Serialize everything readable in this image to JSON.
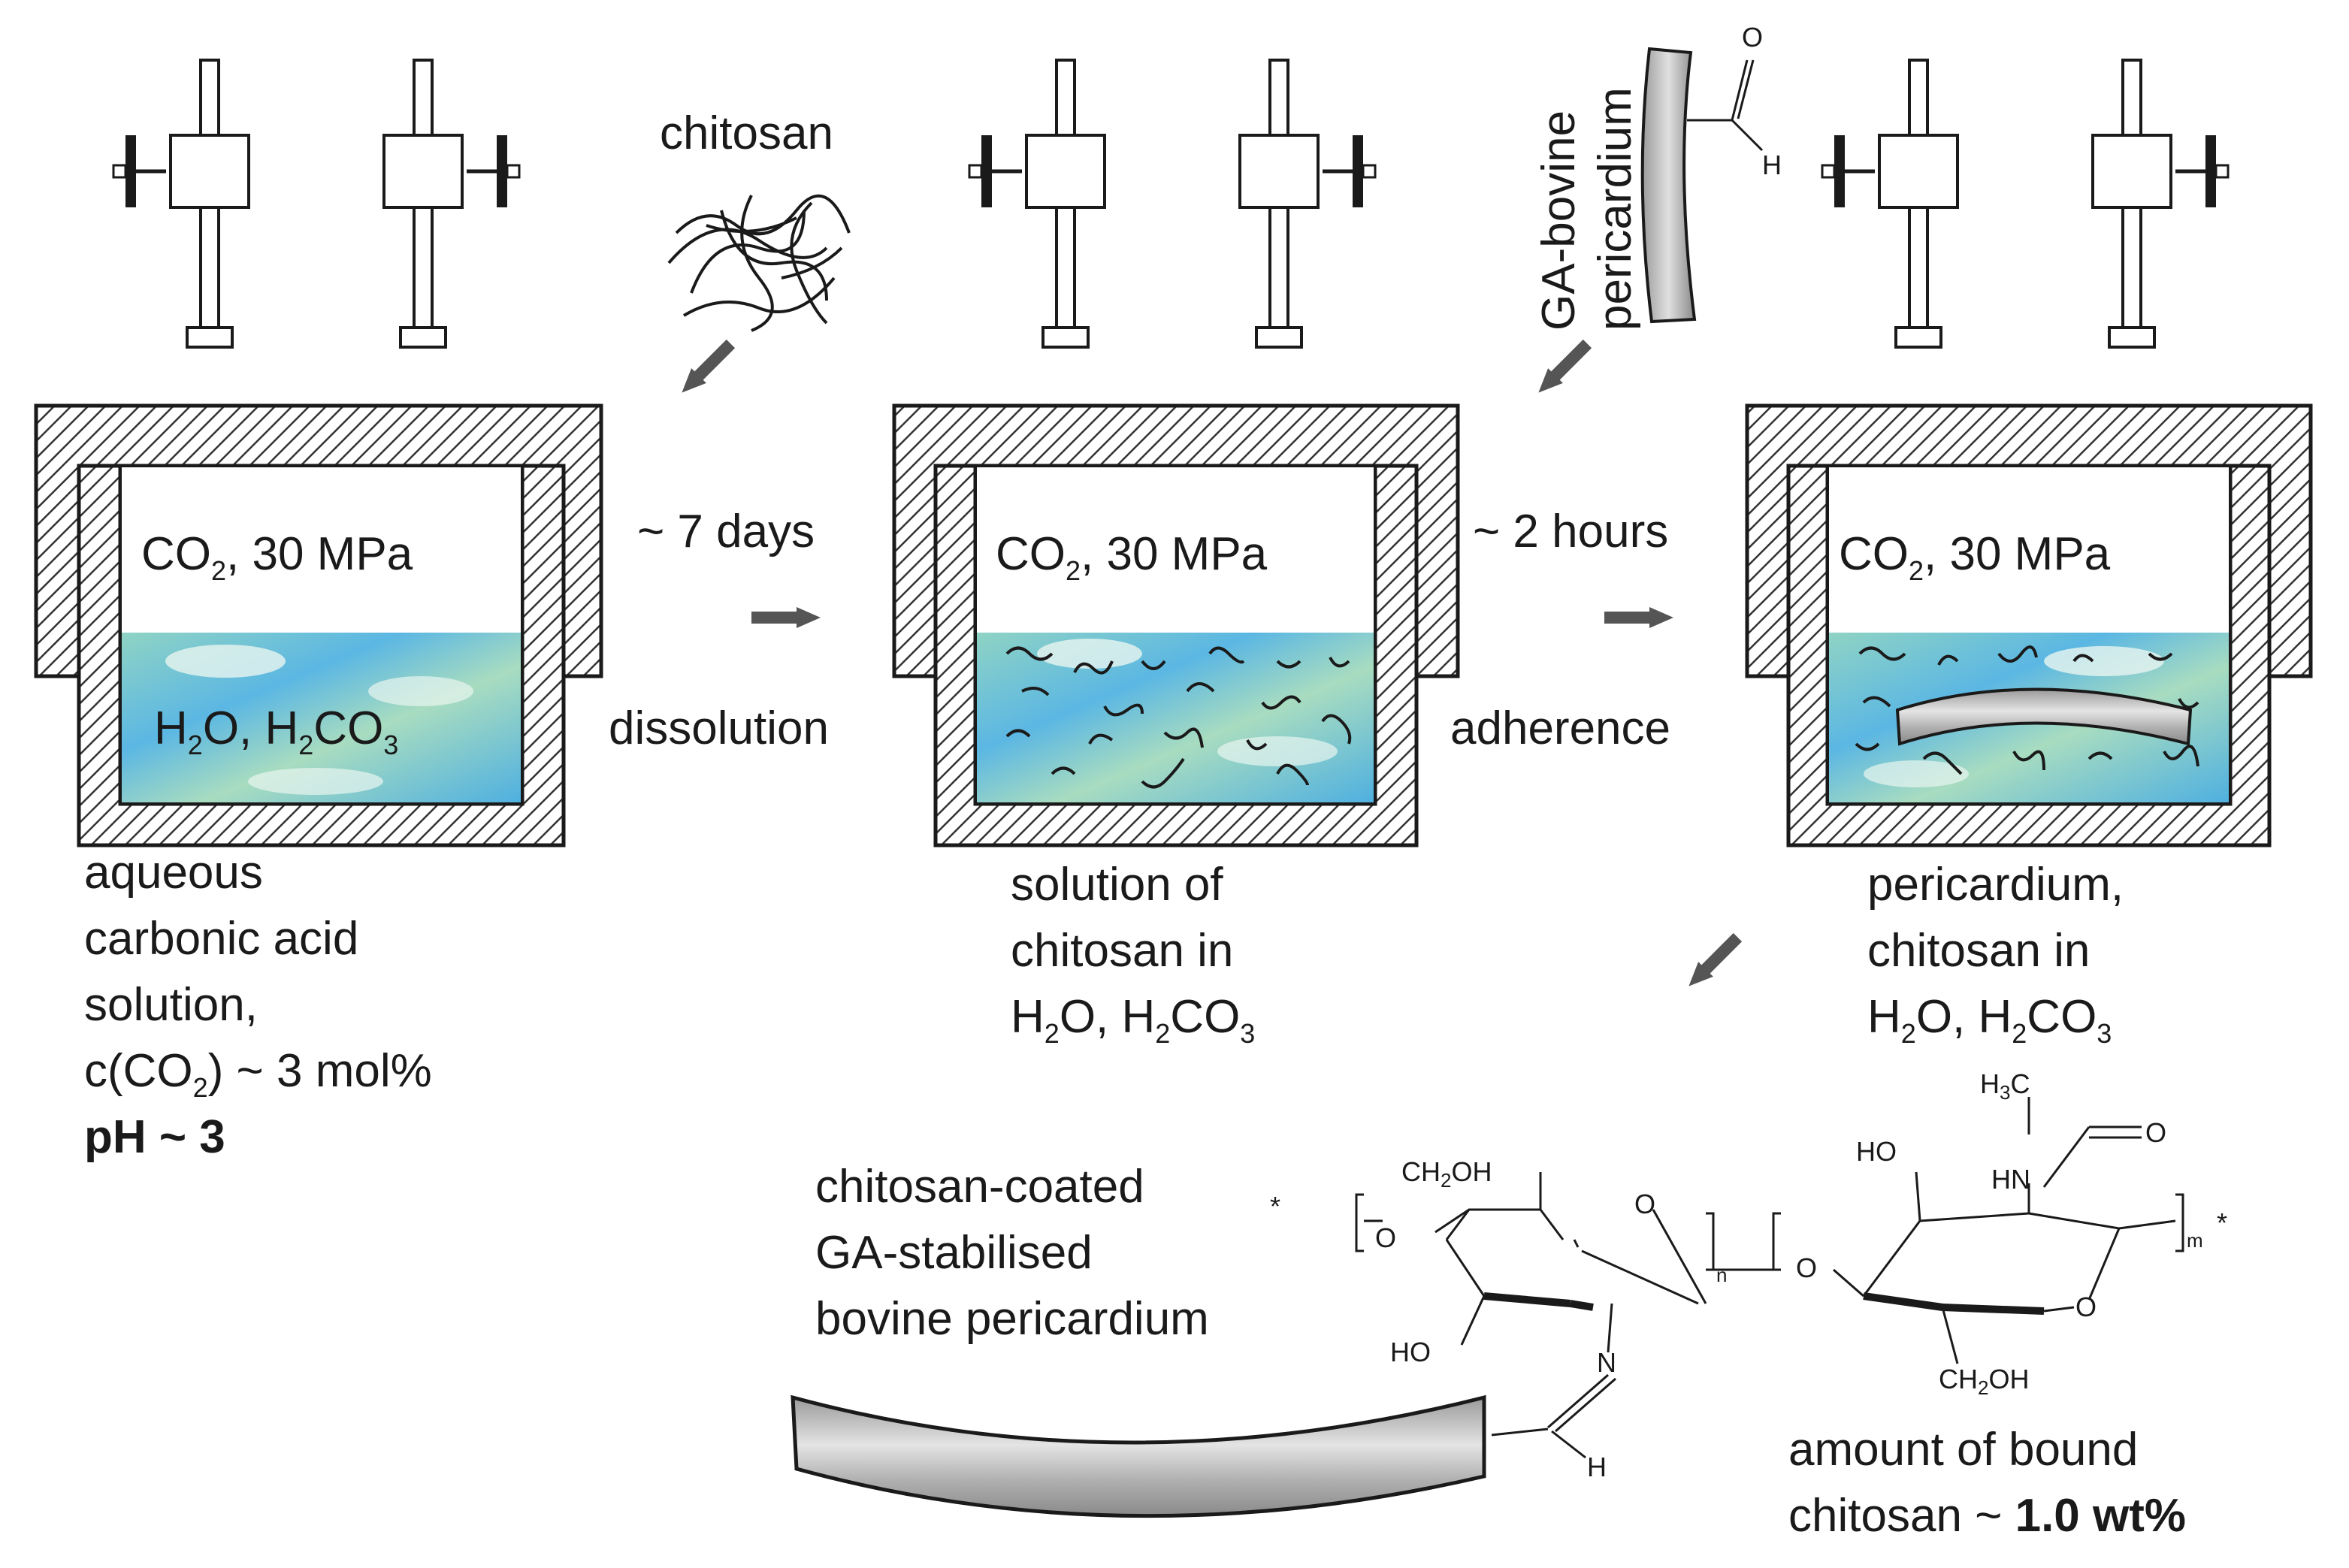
{
  "reagents": {
    "chitosan": "chitosan",
    "pericardium_line1": "GA-bovine",
    "pericardium_line2": "pericardium",
    "aldehyde_O": "O",
    "aldehyde_H": "H"
  },
  "vessels": [
    {
      "gas": {
        "main": "CO",
        "sub": "2",
        "rest": ", 30 MPa"
      },
      "liquid": {
        "a": "H",
        "a_sub": "2",
        "b": "O, H",
        "b_sub": "2",
        "c": "CO",
        "c_sub": "3"
      },
      "caption": {
        "line1": "aqueous",
        "line2": "carbonic acid",
        "line3": "solution,",
        "line4": {
          "a": "c(CO",
          "sub": "2",
          "b": ") ~ 3 mol%"
        },
        "line5": "pH ~ 3"
      }
    },
    {
      "gas": {
        "main": "CO",
        "sub": "2",
        "rest": ", 30 MPa"
      },
      "caption": {
        "line1": "solution of",
        "line2": "chitosan in",
        "line3": {
          "a": "H",
          "a_sub": "2",
          "b": "O, H",
          "b_sub": "2",
          "c": "CO",
          "c_sub": "3"
        }
      }
    },
    {
      "gas": {
        "main": "CO",
        "sub": "2",
        "rest": ", 30 MPa"
      },
      "caption": {
        "line1": "pericardium,",
        "line2": "chitosan in",
        "line3": {
          "a": "H",
          "a_sub": "2",
          "b": "O, H",
          "b_sub": "2",
          "c": "CO",
          "c_sub": "3"
        }
      }
    }
  ],
  "steps": [
    {
      "time": "~ 7 days",
      "process": "dissolution"
    },
    {
      "time": "~ 2 hours",
      "process": "adherence"
    }
  ],
  "product": {
    "line1": "chitosan-coated",
    "line2": "GA-stabilised",
    "line3": "bovine pericardium",
    "amount_line1": "amount of bound",
    "amount_line2_a": "chitosan ~ ",
    "amount_line2_b": "1.0 wt%"
  },
  "structure": {
    "ch2oh_top": "CH",
    "ch2oh_top_sub": "2",
    "ch2oh_top_tail": "OH",
    "o_left": "O",
    "ring_o1": "O",
    "ho_left": "HO",
    "n_imine": "N",
    "n_sub": "n",
    "o_link": "O",
    "ho_right": "HO",
    "h3c": "H",
    "h3c_sub": "3",
    "h3c_tail": "C",
    "nh": "HN",
    "carbonyl_o": "O",
    "ring_o2": "O",
    "ch2oh_bottom": "CH",
    "ch2oh_bottom_sub": "2",
    "ch2oh_bottom_tail": "OH",
    "m_sub": "m",
    "imine_h": "H",
    "star": "*"
  },
  "colors": {
    "water": "#5bb7e3",
    "water_cloud": "#a8dcc0",
    "hatch": "#333333",
    "arrow": "#555555",
    "strip": "#b9b9b9"
  }
}
